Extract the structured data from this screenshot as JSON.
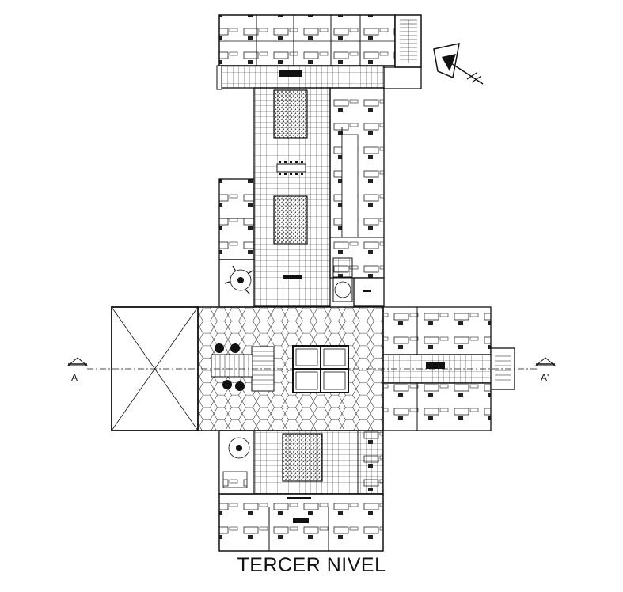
{
  "drawing": {
    "title": "TERCER NIVEL",
    "section_mark_left": "A",
    "section_mark_right": "A'"
  },
  "colors": {
    "line": "#111111",
    "hatch": "#333333",
    "background": "#ffffff"
  }
}
